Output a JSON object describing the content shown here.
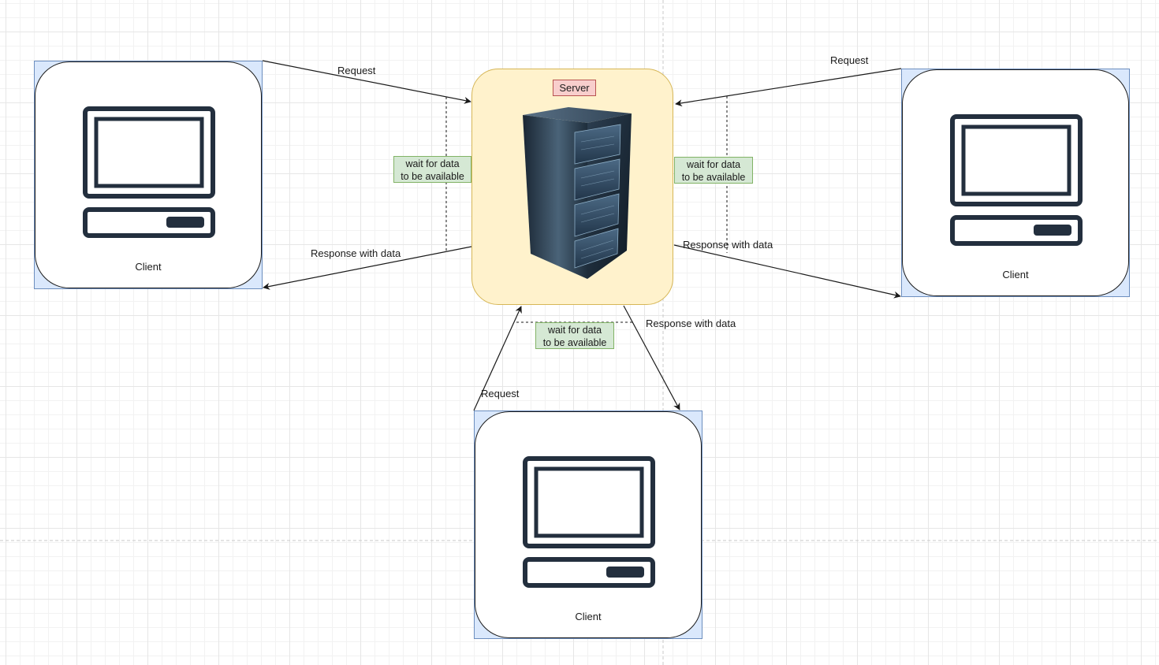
{
  "server": {
    "label": "Server",
    "icon": "server-rack-icon"
  },
  "clients": [
    {
      "id": "left",
      "label": "Client",
      "icon": "desktop-computer-icon"
    },
    {
      "id": "right",
      "label": "Client",
      "icon": "desktop-computer-icon"
    },
    {
      "id": "bottom",
      "label": "Client",
      "icon": "desktop-computer-icon"
    }
  ],
  "edges": {
    "left_request": "Request",
    "left_response": "Response with data",
    "right_request": "Request",
    "right_response": "Response with data",
    "bottom_request": "Request",
    "bottom_response": "Response with data"
  },
  "wait_boxes": {
    "left": {
      "line1": "wait for data",
      "line2": "to be available"
    },
    "right": {
      "line1": "wait for data",
      "line2": "to be available"
    },
    "bottom": {
      "line1": "wait for data",
      "line2": "to be available"
    }
  },
  "colors": {
    "server_fill": "#fff2cc",
    "server_stroke": "#d6b656",
    "server_label_fill": "#f8cecc",
    "wait_fill": "#d5e8d4",
    "wait_stroke": "#82b366",
    "client_selection_fill": "#dae8fc",
    "line": "#1a1a1a"
  }
}
